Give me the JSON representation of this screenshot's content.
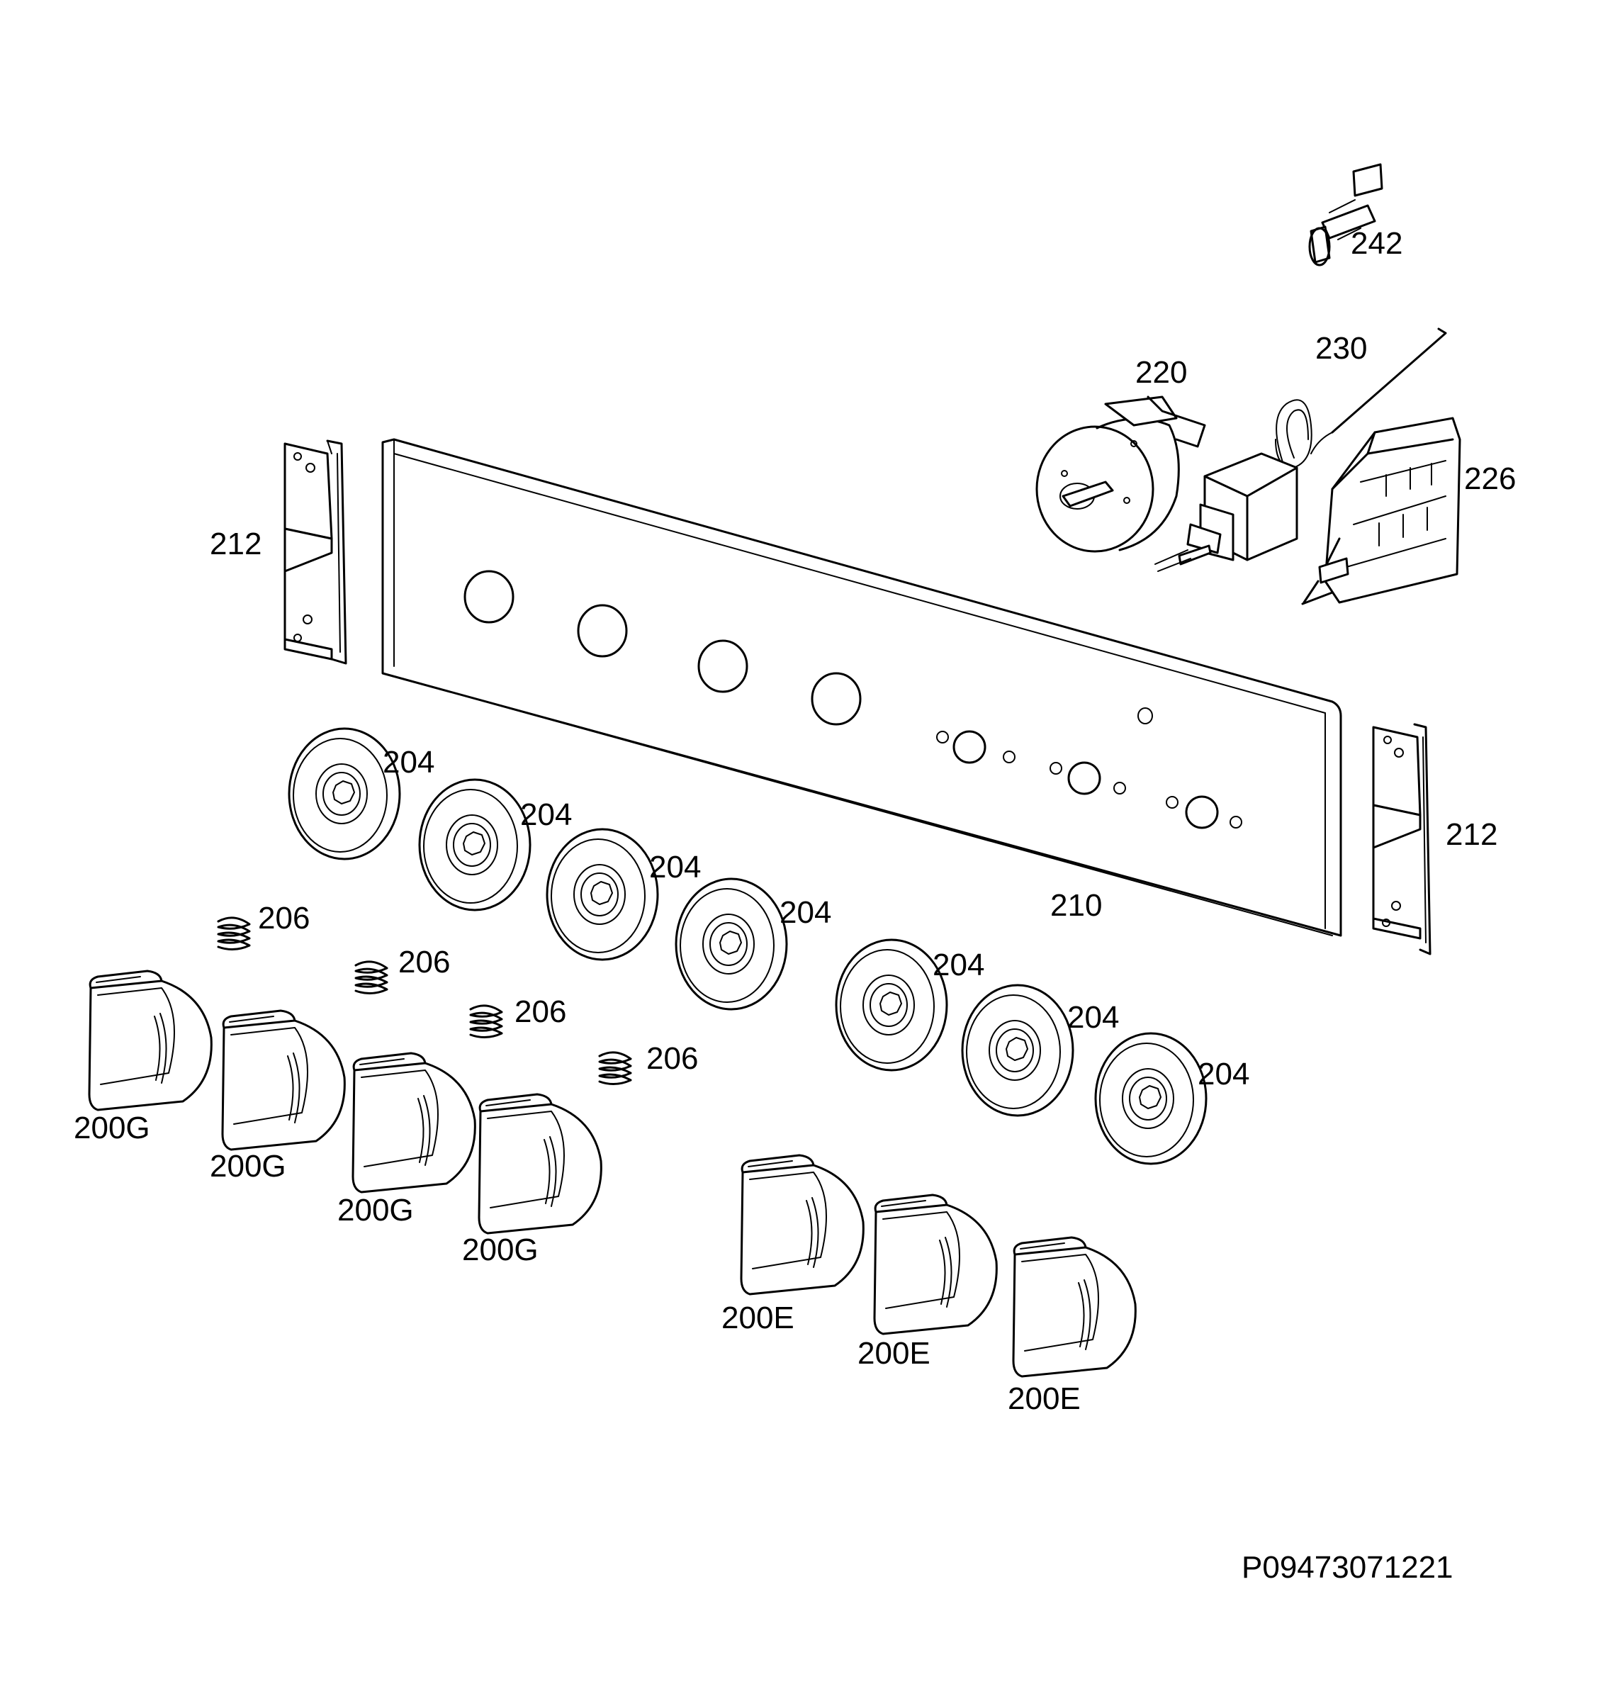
{
  "document_id": "P09473071221",
  "callouts": {
    "c242": "242",
    "c230": "230",
    "c220": "220",
    "c226": "226",
    "c212_left": "212",
    "c212_right": "212",
    "c210": "210",
    "c204_1": "204",
    "c204_2": "204",
    "c204_3": "204",
    "c204_4": "204",
    "c204_5": "204",
    "c204_6": "204",
    "c204_7": "204",
    "c206_1": "206",
    "c206_2": "206",
    "c206_3": "206",
    "c206_4": "206",
    "c200G_1": "200G",
    "c200G_2": "200G",
    "c200G_3": "200G",
    "c200G_4": "200G",
    "c200E_1": "200E",
    "c200E_2": "200E",
    "c200E_3": "200E"
  }
}
